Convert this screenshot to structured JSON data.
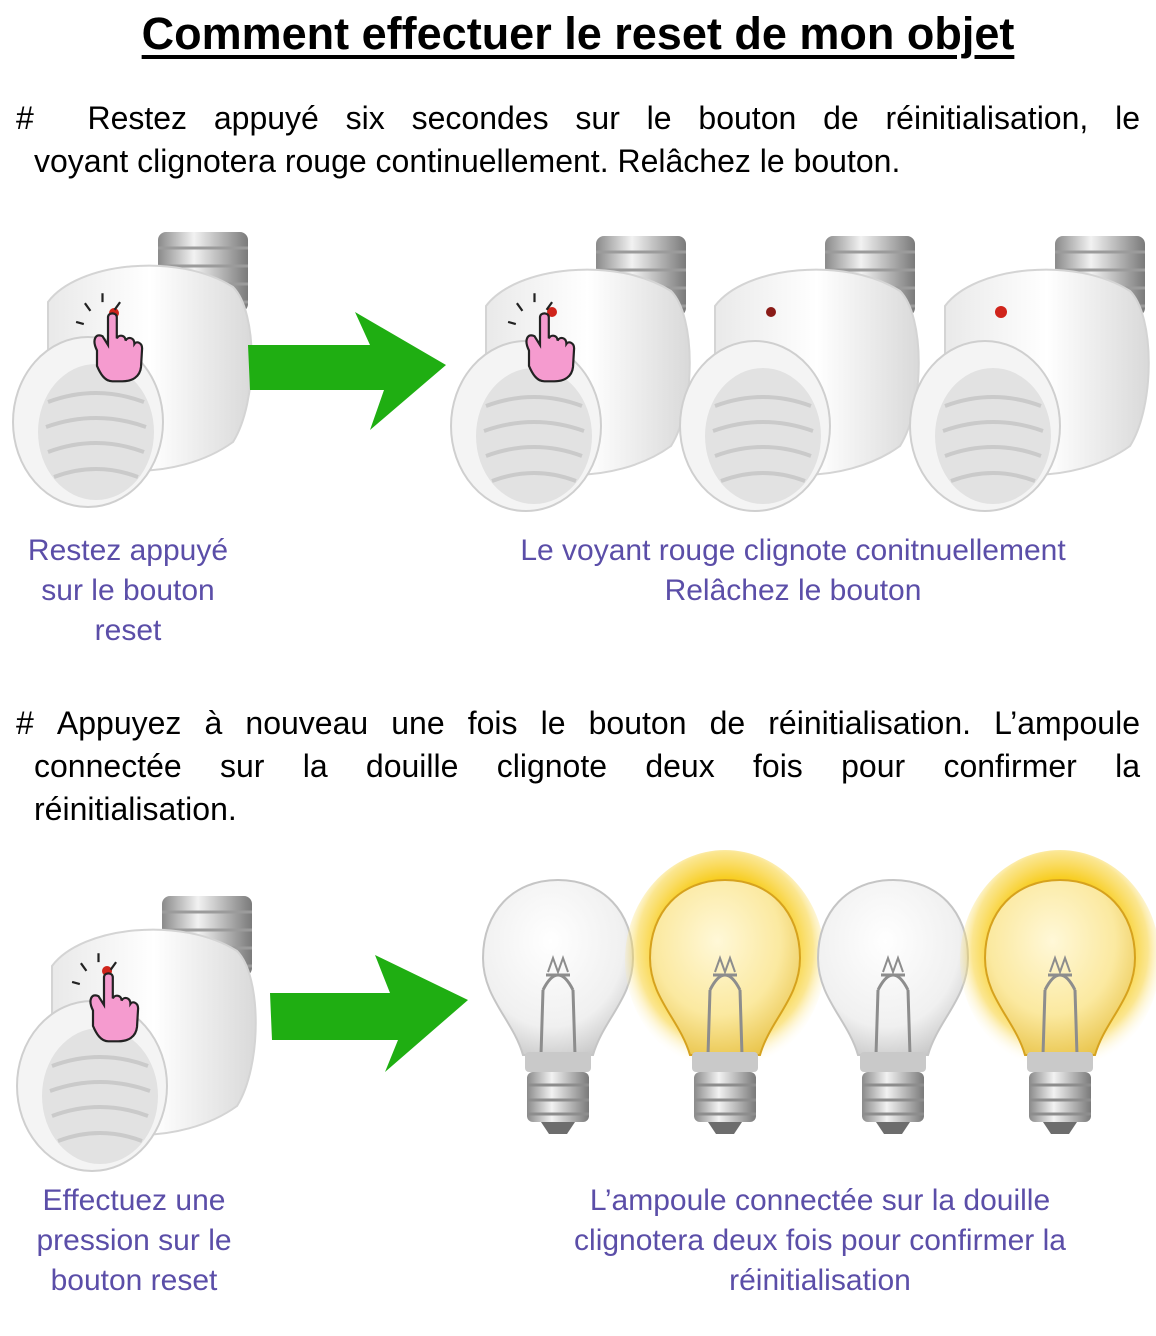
{
  "title": "Comment effectuer le reset de mon objet",
  "step1": {
    "bullet": "#",
    "line1": "Restez appuyé six secondes sur le bouton de réinitialisation, le",
    "line2": "voyant clignotera rouge continuellement. Relâchez le bouton.",
    "caption_left": [
      "Restez appuyé",
      "sur le bouton",
      "reset"
    ],
    "caption_right": [
      "Le voyant rouge clignote conitnuellement",
      "Relâchez le bouton"
    ]
  },
  "step2": {
    "bullet": "#",
    "line1": "Appuyez à nouveau une fois le bouton de réinitialisation. L’ampoule",
    "line2": "connectée sur la douille clignote deux fois pour confirmer la",
    "line3": "réinitialisation.",
    "caption_left": [
      "Effectuez une",
      "pression sur le",
      "bouton reset"
    ],
    "caption_right": [
      "L’ampoule connectée sur la douille",
      "clignotera deux fois pour confirmer la",
      "réinitialisation"
    ]
  },
  "colors": {
    "caption": "#5b4ea8",
    "arrow": "#1fae12",
    "hand": "#f59bcf",
    "led": "#d0241b",
    "glow": "#f5c400"
  }
}
